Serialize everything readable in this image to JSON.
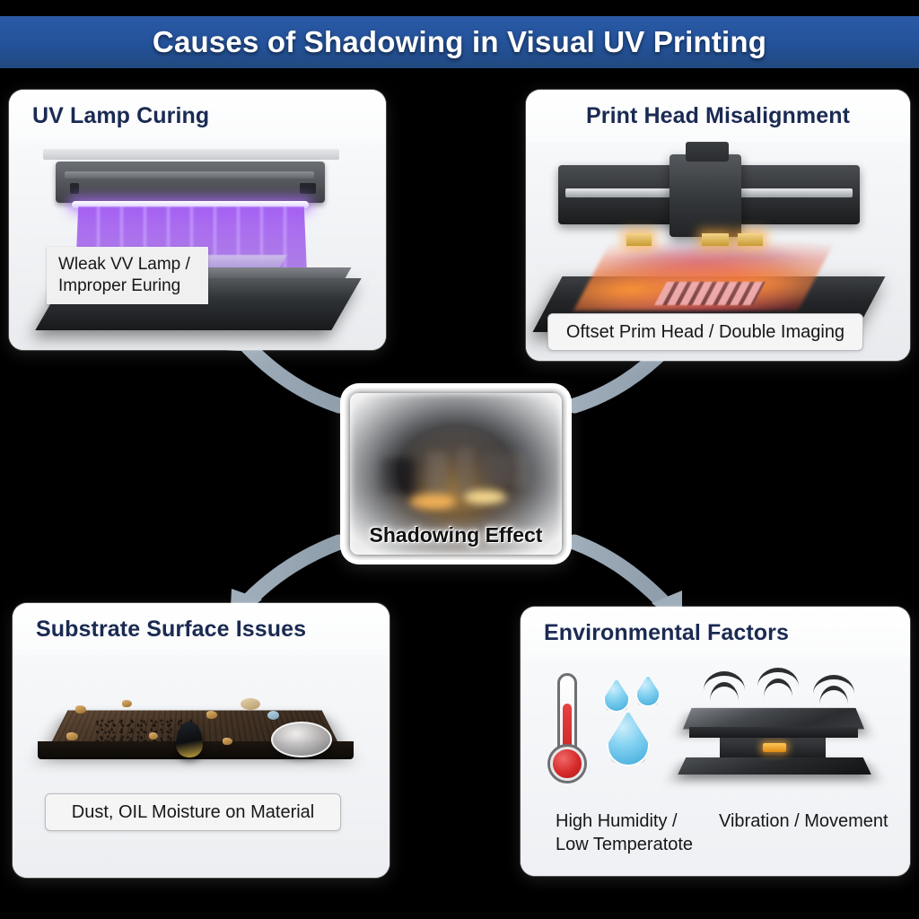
{
  "banner": {
    "title": "Causes of Shadowing in Visual UV Printing",
    "background_color": "#24529a",
    "text_color": "#ffffff"
  },
  "theme": {
    "page_background": "#000000",
    "panel_background": "#ffffff",
    "heading_color": "#1a2a52",
    "caption_text_color": "#171717",
    "arrow_color": "#9aa8b5"
  },
  "center": {
    "label": "Shadowing Effect",
    "image_alt": "blurred dark print bed with warm glow"
  },
  "panels": [
    {
      "id": "uv-lamp-curing",
      "title": "UV Lamp Curing",
      "title_align": "left",
      "caption": "Wleak  VV Lamp /\nImproper Euring",
      "caption_style": "flat",
      "image_alt": "UV lamp bar emitting violet curing light onto a dark platform"
    },
    {
      "id": "print-head-misalignment",
      "title": "Print Head Misalignment",
      "title_align": "center",
      "caption": "Oftset Prim Head / Double Imaging",
      "caption_style": "boxed",
      "image_alt": "flatbed printer gantry with print head and glowing orange print area"
    },
    {
      "id": "substrate-surface-issues",
      "title": "Substrate Surface Issues",
      "title_align": "left",
      "caption": "Dust, OIL Moisture on Material",
      "caption_style": "boxed",
      "image_alt": "dark wooden board with dust particles, oil droplet and moisture bubble"
    },
    {
      "id": "environmental-factors",
      "title": "Environmental Factors",
      "title_align": "left",
      "captions": [
        {
          "id": "humidity-temperature",
          "text": "High Humidity /\nLow Temperatote",
          "icon": "thermometer-and-water-drops"
        },
        {
          "id": "vibration-movement",
          "text": "Vibration / Movement",
          "icon": "vibrating-platform"
        }
      ],
      "caption_style": "plain",
      "image_alt": "thermometer with water droplets and a vibrating platform"
    }
  ],
  "arrows": [
    {
      "id": "center-to-uv-lamp-curing",
      "from": "center",
      "to": "uv-lamp-curing",
      "direction": "up-left"
    },
    {
      "id": "center-to-print-head-misalignment",
      "from": "center",
      "to": "print-head-misalignment",
      "direction": "up-right"
    },
    {
      "id": "center-to-substrate-surface-issues",
      "from": "center",
      "to": "substrate-surface-issues",
      "direction": "down-left"
    },
    {
      "id": "center-to-environmental-factors",
      "from": "center",
      "to": "environmental-factors",
      "direction": "down-right"
    }
  ]
}
